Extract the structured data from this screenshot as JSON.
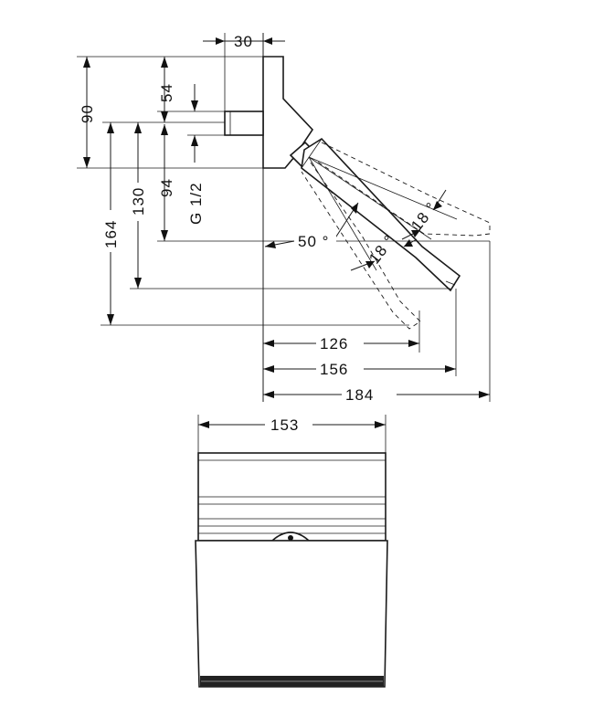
{
  "drawing": {
    "side_view": {
      "dimensions": {
        "d30": "30",
        "d54": "54",
        "d90": "90",
        "d94": "94",
        "d130": "130",
        "d164": "164",
        "thread": "G 1/2",
        "angle_50": "50 °",
        "angle_18_lower": "18 °",
        "angle_18_upper": "18 °",
        "d126": "126",
        "d156": "156",
        "d184": "184"
      }
    },
    "front_view": {
      "dimensions": {
        "d153": "153"
      }
    }
  }
}
